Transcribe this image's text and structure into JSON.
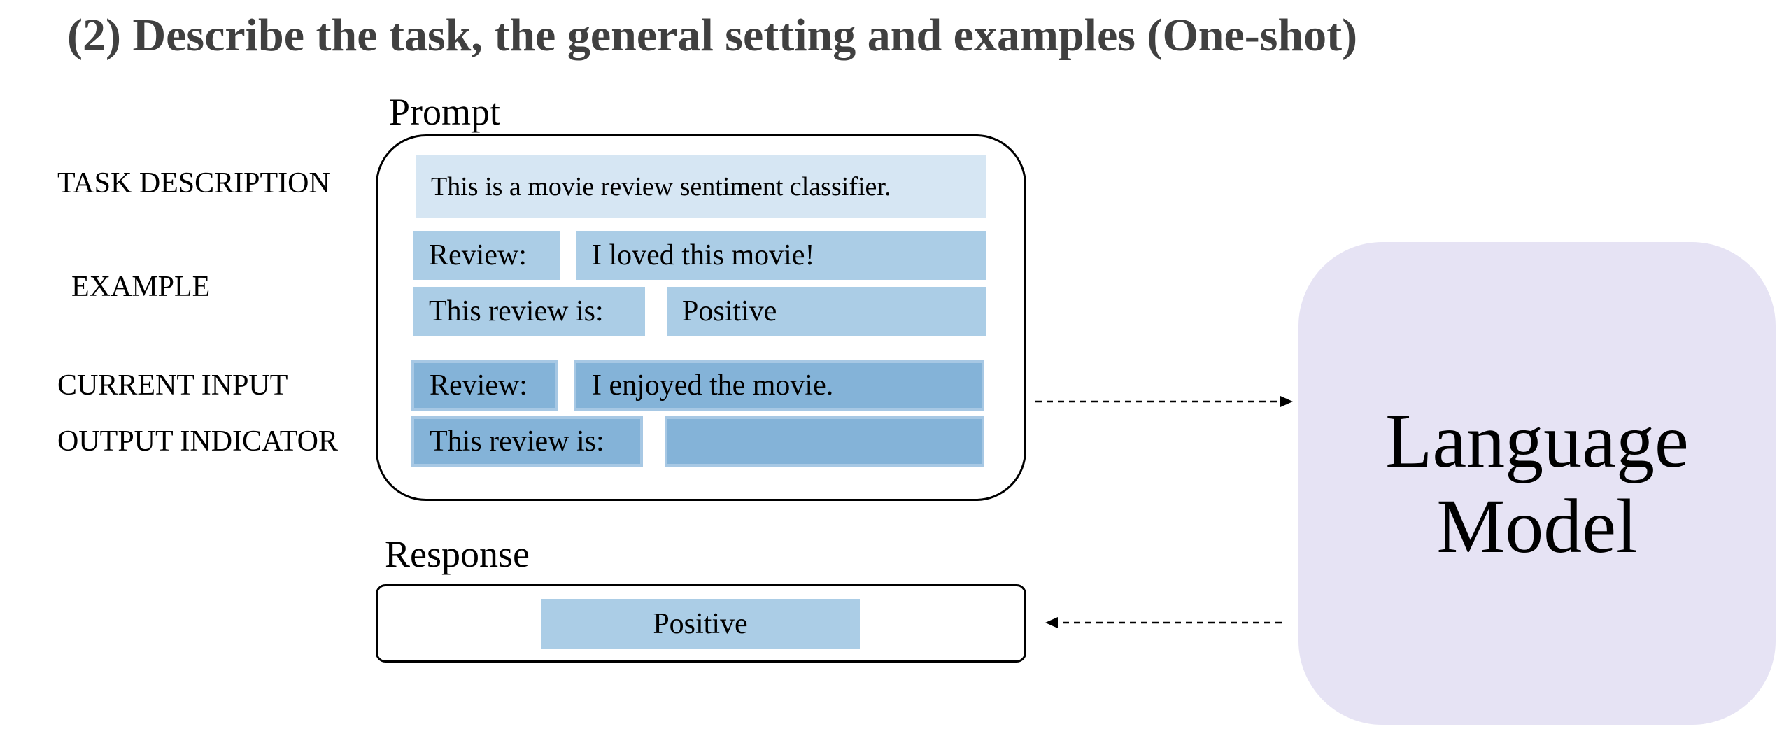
{
  "title": "(2) Describe the task, the general setting and examples (One-shot)",
  "side_labels": {
    "task_description": "TASK DESCRIPTION",
    "example": "EXAMPLE",
    "current_input": "CURRENT INPUT",
    "output_indicator": "OUTPUT INDICATOR"
  },
  "prompt": {
    "label": "Prompt",
    "task_text": "This is a movie review sentiment classifier.",
    "example": {
      "review_key": "Review:",
      "review_value": "I loved this movie!",
      "indicator_key": "This review is:",
      "indicator_value": "Positive"
    },
    "current": {
      "review_key": "Review:",
      "review_value": "I enjoyed the movie.",
      "indicator_key": "This review is:",
      "indicator_value": ""
    }
  },
  "response": {
    "label": "Response",
    "value": "Positive"
  },
  "language_model": {
    "line1": "Language",
    "line2": "Model"
  },
  "colors": {
    "task_fill": "#d6e6f3",
    "example_fill": "#abcde6",
    "current_fill": "#84b3d8",
    "model_fill": "#e6e3f4",
    "title_color": "#404040"
  }
}
